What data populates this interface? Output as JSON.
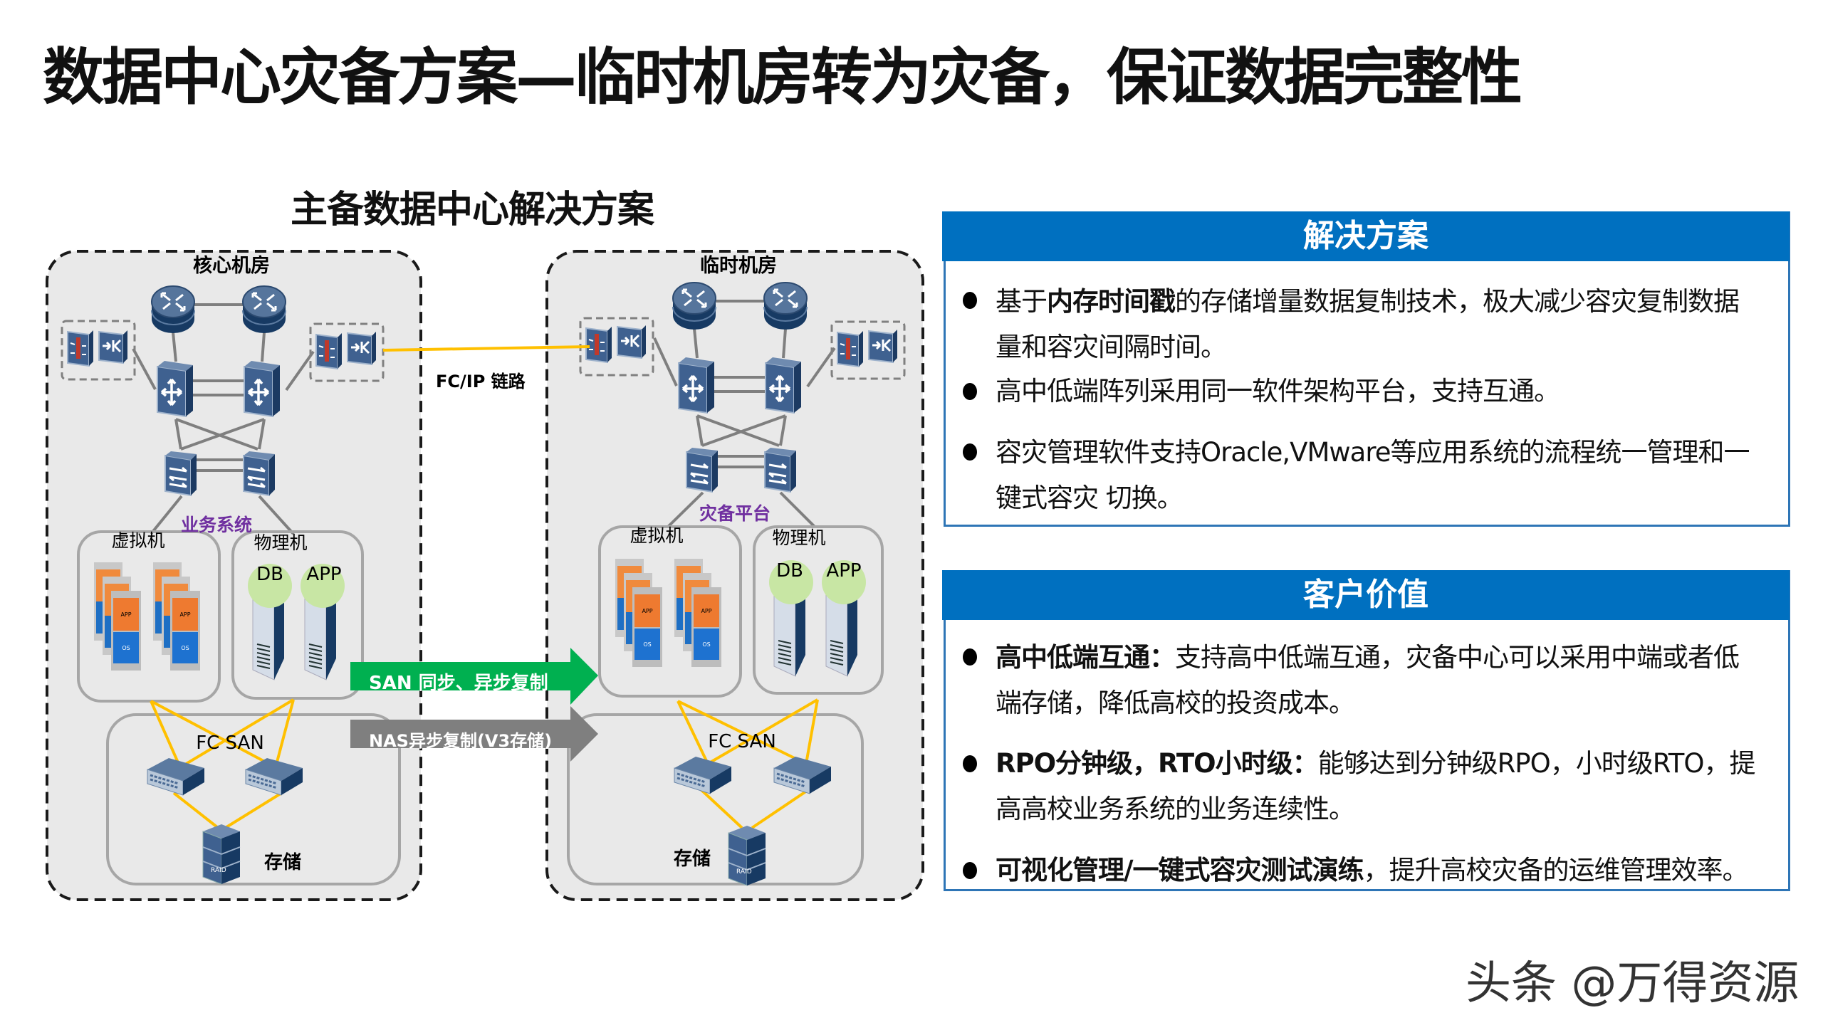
{
  "title": "数据中心灾备方案—临时机房转为灾备，保证数据完整性",
  "diagram": {
    "title": "主备数据中心解决方案",
    "core_site": {
      "label": "核心机房",
      "zone_label": "业务系统",
      "vm_label": "虚拟机",
      "physical_label": "物理机",
      "db": "DB",
      "app": "APP",
      "vm_app": "APP",
      "vm_os": "OS",
      "fc_san": "FC SAN",
      "storage": "存储",
      "raid": "RAID"
    },
    "dr_site": {
      "label": "临时机房",
      "zone_label": "灾备平台",
      "vm_label": "虚拟机",
      "physical_label": "物理机",
      "db": "DB",
      "app": "APP",
      "vm_app": "APP",
      "vm_os": "OS",
      "fc_san": "FC SAN",
      "storage": "存储",
      "raid": "RAID"
    },
    "link_label": "FC/IP 链路",
    "san_arrow": "SAN 同步、异步复制",
    "nas_arrow": "NAS异步复制(V3存储)",
    "colors": {
      "san_arrow": "#00b050",
      "nas_arrow": "#7f7f7f",
      "fc_link": "#ffc000",
      "zone_label": "#7030a0",
      "header": "#0070c0"
    }
  },
  "solution": {
    "header": "解决方案",
    "items": [
      {
        "prefix": "基于",
        "bold": "内存时间戳",
        "text": "的存储增量数据复制技术，极大减少容灾复制数据量和容灾间隔时间。"
      },
      {
        "prefix": "",
        "bold": "",
        "text": "高中低端阵列采用同一软件架构平台，支持互通。"
      },
      {
        "prefix": "",
        "bold": "",
        "text": "容灾管理软件支持Oracle,VMware等应用系统的流程统一管理和一键式容灾 切换。"
      }
    ]
  },
  "customer_value": {
    "header": "客户价值",
    "items": [
      {
        "bold": "高中低端互通：",
        "text": "支持高中低端互通，灾备中心可以采用中端或者低端存储，降低高校的投资成本。"
      },
      {
        "bold": "RPO分钟级，RTO小时级：",
        "text": "能够达到分钟级RPO，小时级RTO，提高高校业务系统的业务连续性。"
      },
      {
        "bold": "可视化管理/一键式容灾测试演练",
        "text": "，提升高校灾备的运维管理效率。"
      }
    ]
  },
  "watermark": "头条 @万得资源"
}
